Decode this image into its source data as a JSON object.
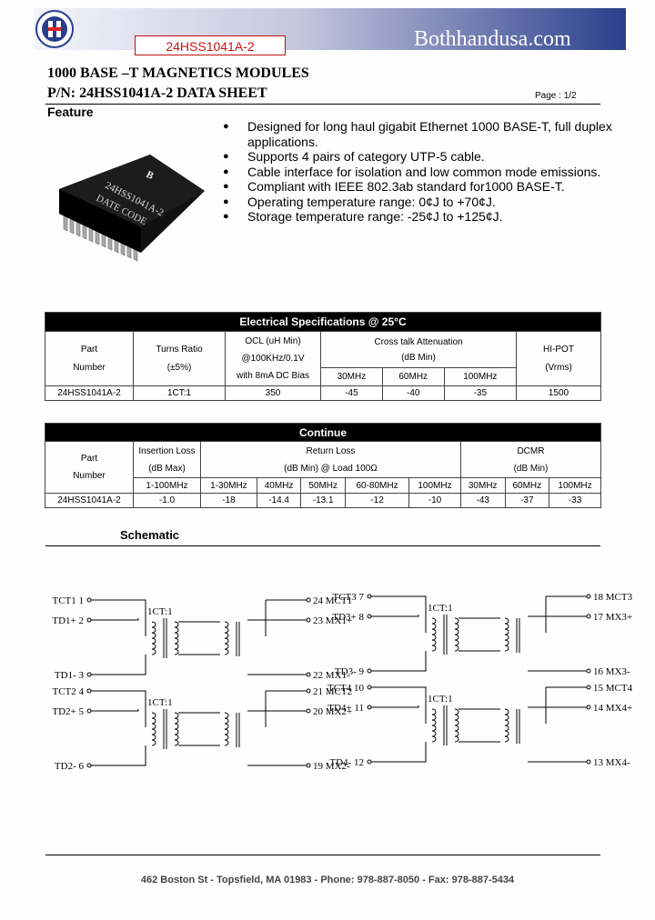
{
  "header": {
    "part_box": "24HSS1041A-2",
    "website": "Bothhandusa.com"
  },
  "title": {
    "line1": "1000 BASE –T MAGNETICS MODULES",
    "line2": "P/N: 24HSS1041A-2 DATA SHEET",
    "page": "Page : 1/2"
  },
  "feature": {
    "heading": "Feature",
    "bullets": [
      "Designed for long haul gigabit Ethernet 1000 BASE-T, full duplex applications.",
      "Supports 4 pairs of category UTP-5 cable.",
      "Cable interface for isolation and low common mode emissions.",
      "Compliant with IEEE 802.3ab standard for1000 BASE-T.",
      "Operating temperature range: 0¢J to +70¢J.",
      "Storage temperature range: -25¢J to +125¢J."
    ],
    "chip": {
      "part": "24HSS1041A-2",
      "date": "DATE CODE",
      "logo": "B"
    }
  },
  "table1": {
    "title": "Electrical Specifications @ 25°C",
    "h_part": [
      "Part",
      "Number"
    ],
    "h_turns": [
      "Turns Ratio",
      "(±5%)"
    ],
    "h_ocl": [
      "OCL (uH Min)",
      "@100KHz/0.1V",
      "with 8mA DC Bias"
    ],
    "h_ct": [
      "Cross talk Attenuation",
      "(dB Min)"
    ],
    "h_ct_freq": [
      "30MHz",
      "60MHz",
      "100MHz"
    ],
    "h_hipot": [
      "HI-POT",
      "(Vrms)"
    ],
    "row": [
      "24HSS1041A-2",
      "1CT:1",
      "350",
      "-45",
      "-40",
      "-35",
      "1500"
    ]
  },
  "table2": {
    "title": "Continue",
    "h_part": [
      "Part",
      "Number"
    ],
    "h_il": [
      "Insertion Loss",
      "(dB Max)"
    ],
    "h_rl": [
      "Return Loss",
      "(dB Min) @ Load 100Ω"
    ],
    "h_dcmr": [
      "DCMR",
      "(dB Min)"
    ],
    "freqs": [
      "1-100MHz",
      "1-30MHz",
      "40MHz",
      "50MHz",
      "60-80MHz",
      "100MHz",
      "30MHz",
      "60MHz",
      "100MHz"
    ],
    "row": [
      "24HSS1041A-2",
      "-1.0",
      "-18",
      "-14.4",
      "-13.1",
      "-12",
      "-10",
      "-43",
      "-37",
      "-33"
    ]
  },
  "schematic": {
    "heading": "Schematic",
    "ratio": "1CT:1",
    "left": [
      {
        "l": [
          "TCT1  1",
          "TD1+  2",
          "TD1-  3"
        ],
        "r": [
          "24  MCT1",
          "23  MX1+",
          "22  MX1-"
        ]
      },
      {
        "l": [
          "TCT2  4",
          "TD2+  5",
          "TD2-  6"
        ],
        "r": [
          "21  MCT2",
          "20  MX2+",
          "19  MX2-"
        ]
      }
    ],
    "right": [
      {
        "l": [
          "TCT3  7",
          "TD3+  8",
          "TD3-  9"
        ],
        "r": [
          "18  MCT3",
          "17  MX3+",
          "16  MX3-"
        ]
      },
      {
        "l": [
          "TCT4  10",
          "TD4+  11",
          "TD4-  12"
        ],
        "r": [
          "15  MCT4",
          "14  MX4+",
          "13  MX4-"
        ]
      }
    ]
  },
  "footer": "462 Boston St - Topsfield, MA 01983 - Phone: 978-887-8050 - Fax: 978-887-5434"
}
